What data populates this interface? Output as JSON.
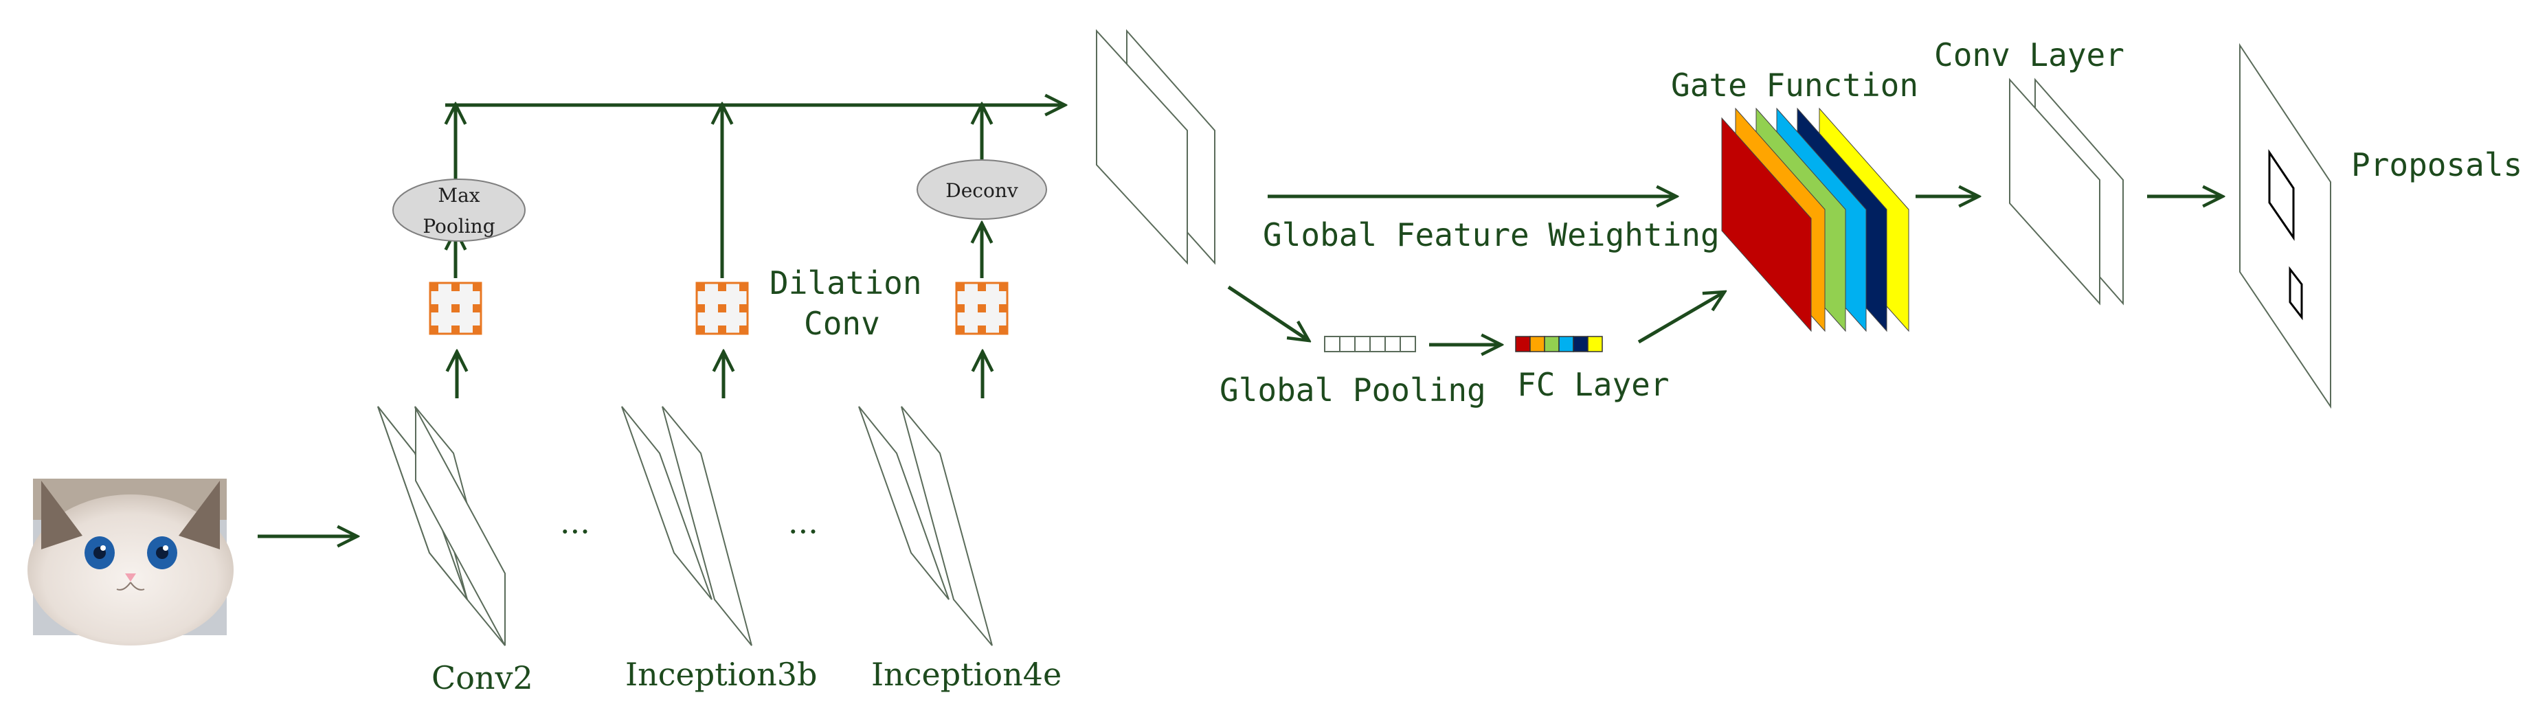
{
  "colors": {
    "arrow": "#1d4a1d",
    "text": "#1d4a1d",
    "plane_stroke": "#5a6b5a",
    "node_fill": "#d9d9d9",
    "dot": "#e87722",
    "gate": [
      "#c00000",
      "#ffa500",
      "#92d050",
      "#00b0f0",
      "#002060",
      "#ffff00"
    ],
    "fc": [
      "#c00000",
      "#ffa500",
      "#92d050",
      "#00b0f0",
      "#002060",
      "#ffff00"
    ]
  },
  "labels": {
    "max_pooling_line1": "Max",
    "max_pooling_line2": "Pooling",
    "deconv": "Deconv",
    "dilation_line1": "Dilation",
    "dilation_line2": "Conv",
    "conv2": "Conv2",
    "inception3b": "Inception3b",
    "inception4e": "Inception4e",
    "ellipsis": "···",
    "global_feature_weighting": "Global Feature Weighting",
    "global_pooling": "Global Pooling",
    "fc_layer": "FC Layer",
    "gate_function": "Gate Function",
    "conv_layer": "Conv Layer",
    "proposals": "Proposals"
  },
  "icons": {
    "input_image": "cat-photo",
    "dilation_kernel": "dilated-kernel-icon"
  }
}
